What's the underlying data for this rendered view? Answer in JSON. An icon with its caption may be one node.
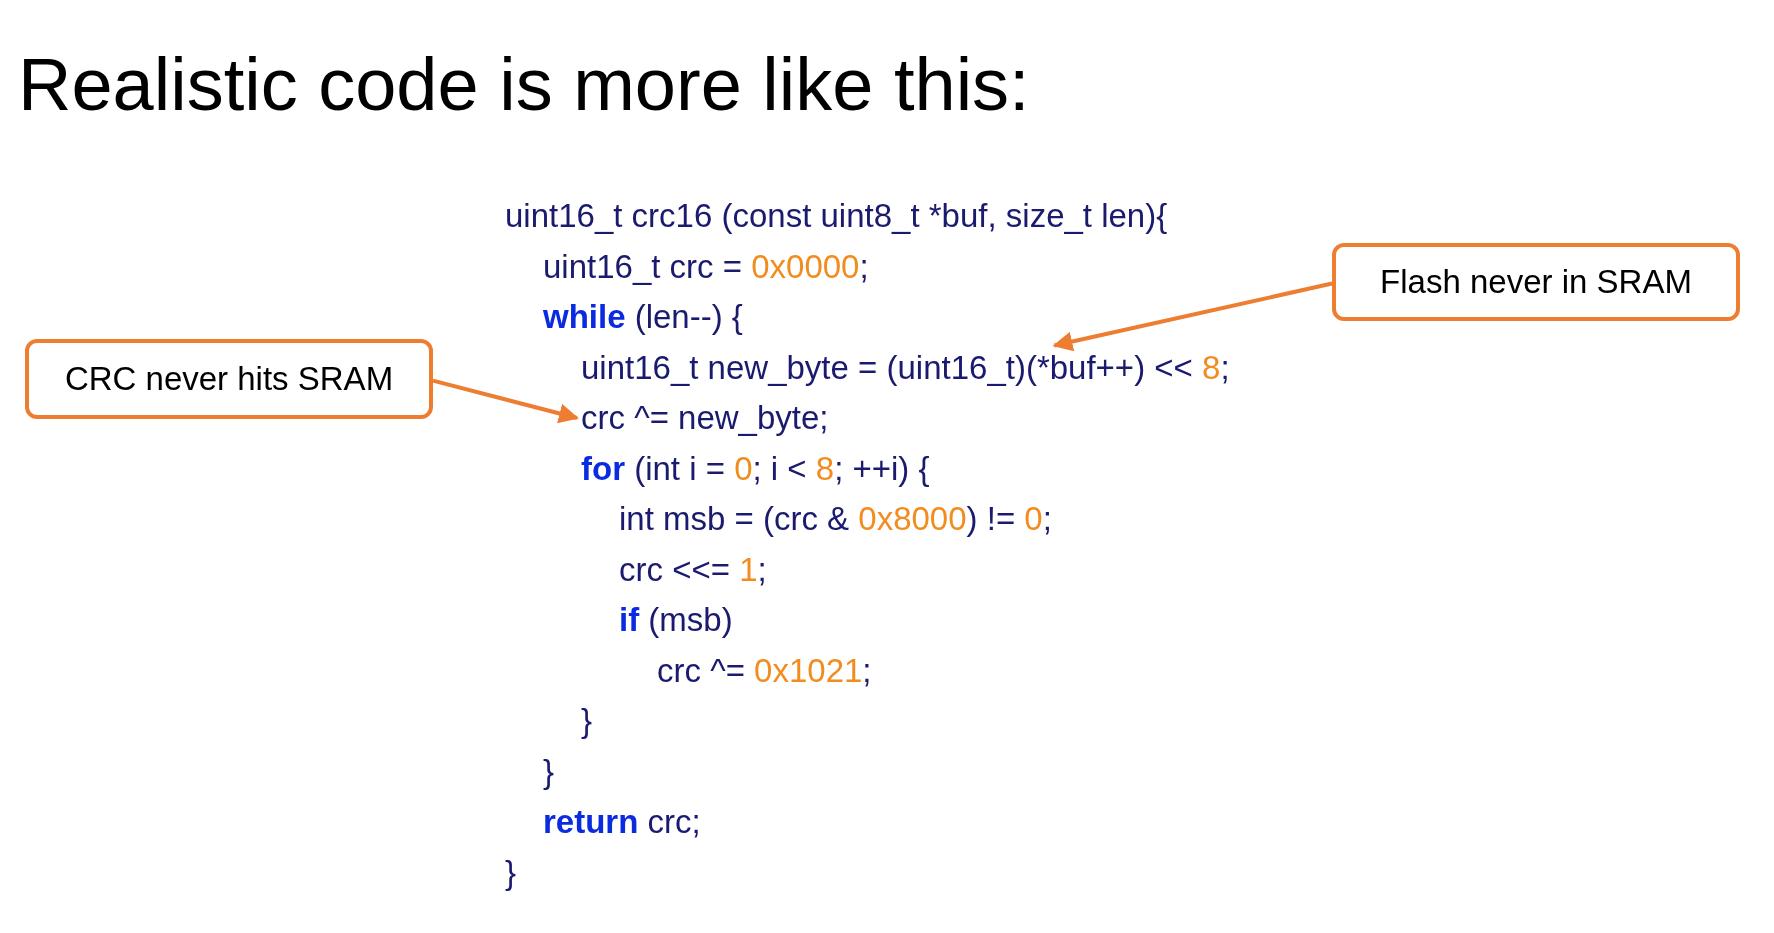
{
  "diagram": {
    "title": "Realistic code is more like this:",
    "nodes": [
      {
        "text": [
          "CRC never hits SRAM"
        ]
      },
      {
        "text": [
          "Flash never in SRAM"
        ]
      },
      {
        "text": [
          "uint16_t new_byte = (uint16_t)(*buf++) << 8;"
        ]
      },
      {
        "text": [
          "crc ^= new_byte;"
        ]
      }
    ],
    "edges": [
      {
        "from": 0,
        "to": 3,
        "arrow": "to"
      },
      {
        "from": 1,
        "to": 2,
        "arrow": "to"
      }
    ],
    "labels": [
      "uint16_t crc16 (const uint8_t *buf, size_t len){",
      "uint16_t crc = 0x0000;",
      "**while** (len--) {",
      "**for** (int i = 0; i < 8; ++i) {",
      "int msb = (crc & 0x8000) != 0;",
      "crc <<= 1;",
      "**if** (msb)",
      "crc ^= 0x1021;",
      "}",
      "}",
      "**return** crc;",
      "}"
    ]
  }
}
